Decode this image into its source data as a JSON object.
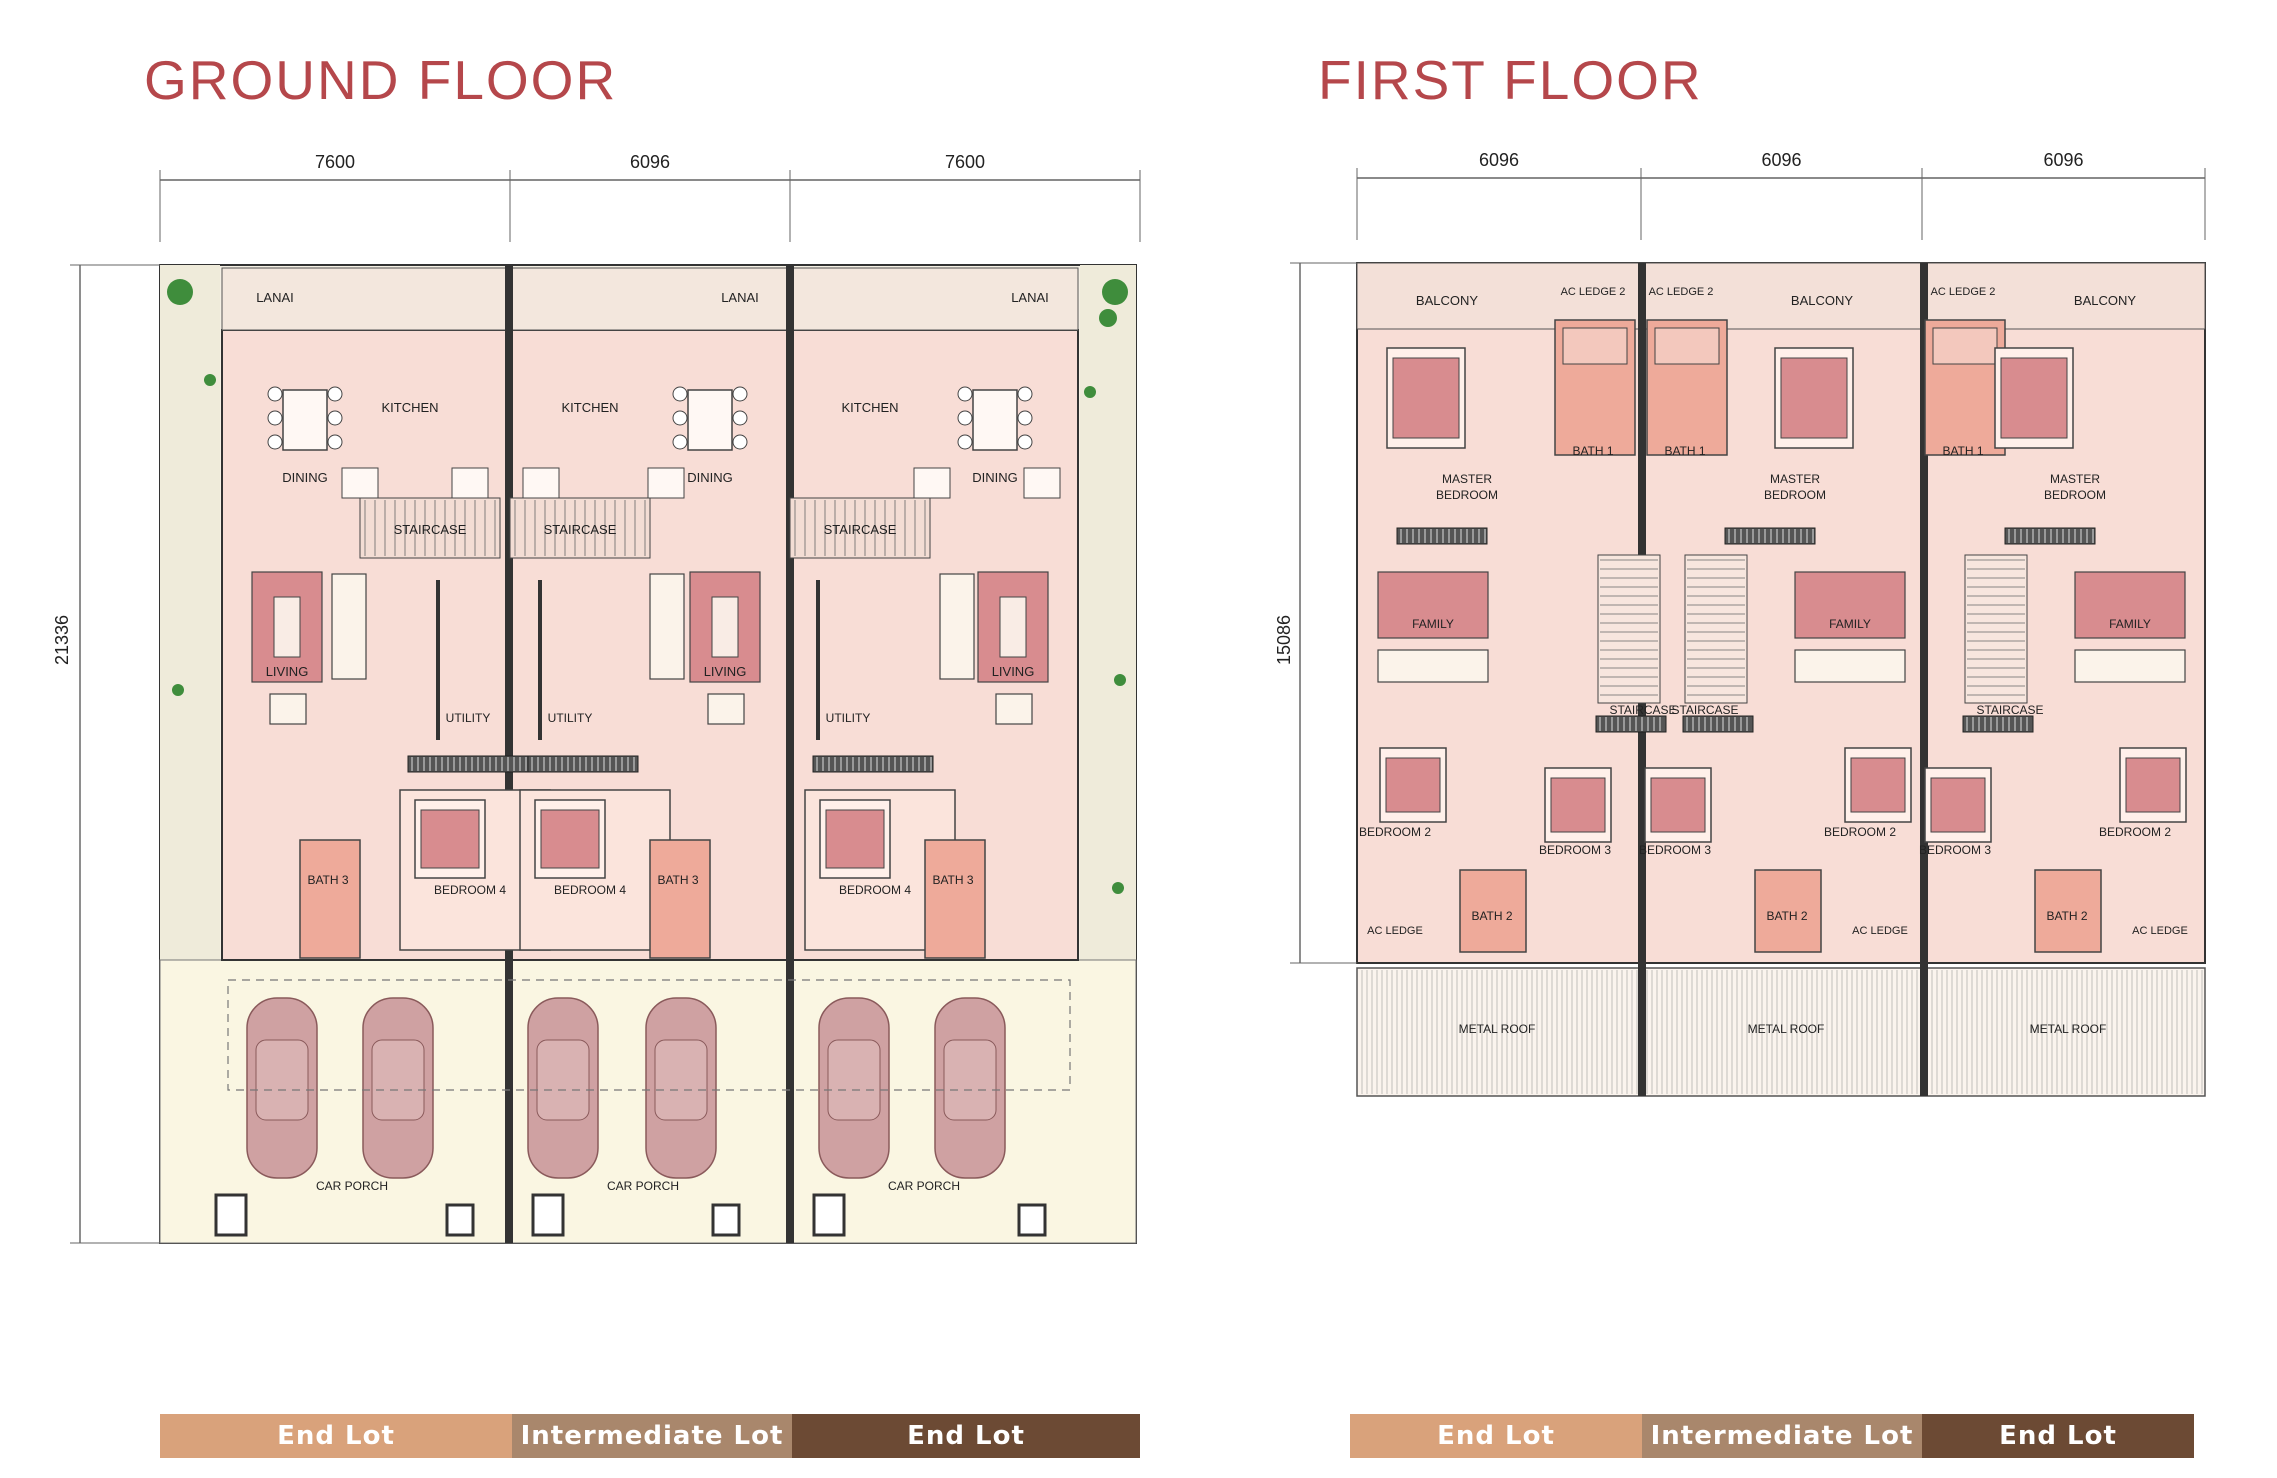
{
  "ground": {
    "title": "GROUND FLOOR",
    "dims": [
      "7600",
      "6096",
      "7600"
    ],
    "depth": "21336",
    "labels": {
      "lanai": "LANAI",
      "kitchen": "KITCHEN",
      "dining": "DINING",
      "staircase": "STAIRCASE",
      "living": "LIVING",
      "utility": "UTILITY",
      "bath3": "BATH 3",
      "bedroom4": "BEDROOM 4",
      "carporch": "CAR PORCH"
    },
    "lots": [
      "End Lot",
      "Intermediate Lot",
      "End Lot"
    ]
  },
  "first": {
    "title": "FIRST FLOOR",
    "dims": [
      "6096",
      "6096",
      "6096"
    ],
    "depth": "15086",
    "labels": {
      "balcony": "BALCONY",
      "acledge2": "AC LEDGE 2",
      "masterA": "MASTER",
      "masterB": "BEDROOM",
      "bath1": "BATH 1",
      "family": "FAMILY",
      "staircase": "STAIRCASE",
      "bedroom2": "BEDROOM 2",
      "bedroom3": "BEDROOM 3",
      "bath2": "BATH 2",
      "acledge": "AC LEDGE",
      "metalroof": "METAL ROOF"
    },
    "lots": [
      "End Lot",
      "Intermediate Lot",
      "End Lot"
    ]
  },
  "colors": {
    "title": "#b5474b",
    "floor": "#f8ddd6",
    "garden": "#efebda",
    "porch": "#faf6e2",
    "bath": "#eeaa9a",
    "furniture": "#d88c8f",
    "car": "#cfa1a2",
    "lotLight": "#d9a27b",
    "lotMid": "#a9876c",
    "lotDark": "#6c4a34"
  }
}
